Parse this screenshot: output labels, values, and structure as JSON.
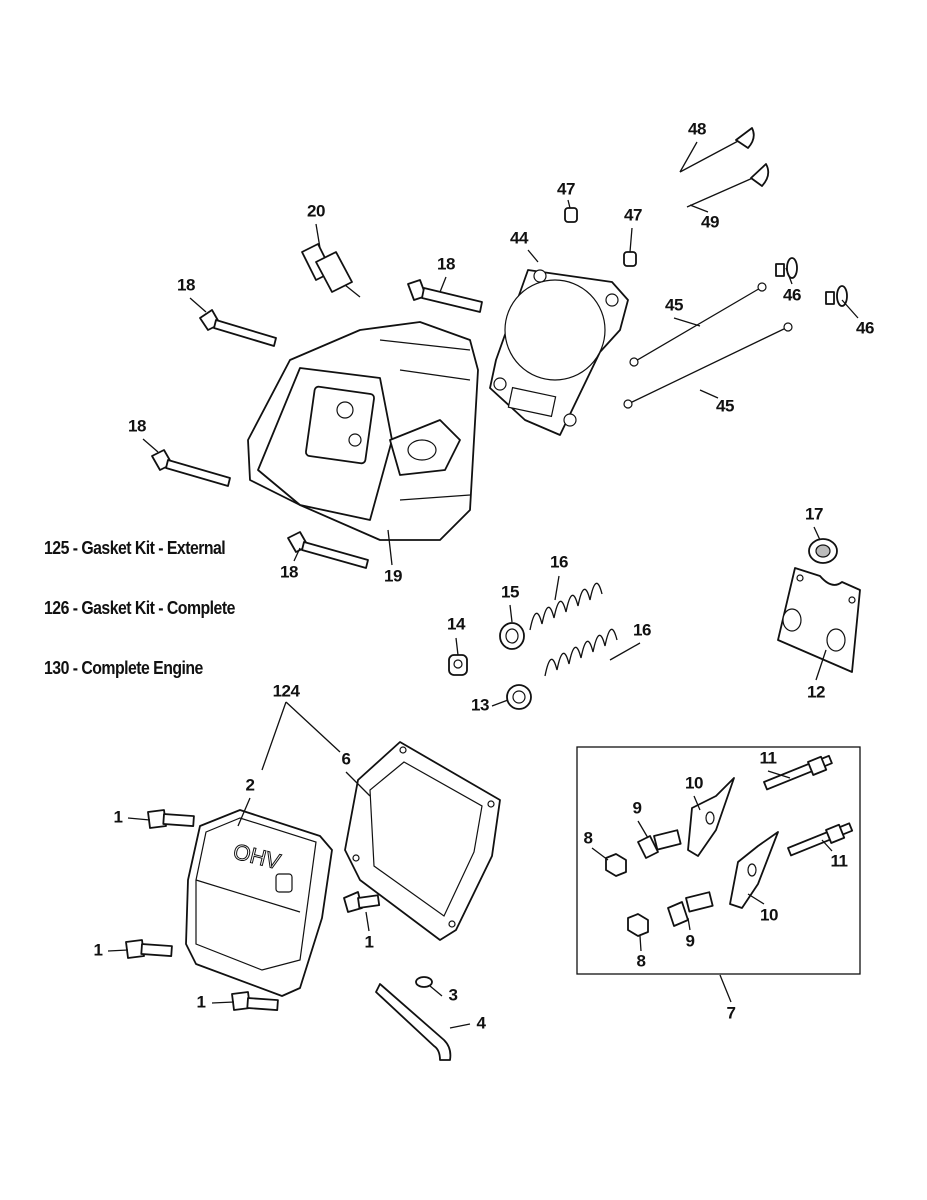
{
  "callouts": [
    "48",
    "47",
    "47",
    "49",
    "20",
    "44",
    "18",
    "46",
    "18",
    "45",
    "46",
    "45",
    "18",
    "17",
    "19",
    "18",
    "16",
    "15",
    "16",
    "14",
    "12",
    "13",
    "124",
    "6",
    "2",
    "11",
    "10",
    "1",
    "9",
    "8",
    "11",
    "1",
    "10",
    "9",
    "8",
    "1",
    "3",
    "1",
    "4",
    "7"
  ],
  "notes": [
    "125 - Gasket Kit - External",
    "126 - Gasket Kit - Complete",
    "130 - Complete Engine"
  ],
  "cover_text": "OHV"
}
